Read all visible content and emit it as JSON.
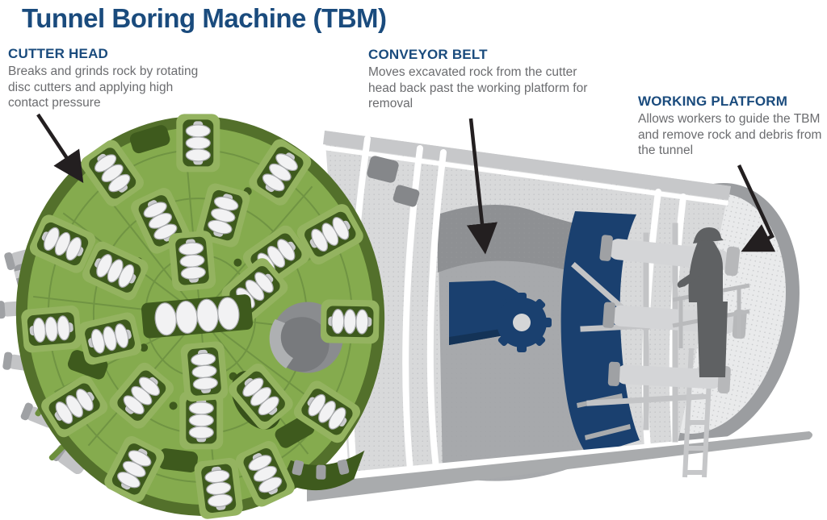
{
  "title": "Tunnel Boring Machine (TBM)",
  "labels": [
    {
      "id": "cutter-head",
      "title": "CUTTER HEAD",
      "description": "Breaks and grinds rock by rotating disc cutters and applying high contact pressure"
    },
    {
      "id": "conveyor-belt",
      "title": "CONVEYOR BELT",
      "description": "Moves excavated rock from the cutter head back past the working platform for removal"
    },
    {
      "id": "working-platform",
      "title": "WORKING PLATFORM",
      "description": "Allows workers to guide the TBM and remove rock and debris from the tunnel"
    }
  ],
  "colors": {
    "heading_navy": "#1a4b7d",
    "body_text_gray": "#6b6c6f",
    "arrow_black": "#231f20",
    "cutter_head_green": "#85ab4e",
    "cutter_recess_dark_green": "#3e5a1d",
    "conveyor_blue": "#1a406f",
    "machine_shell_gray": "#d8d9da",
    "machine_interior_gray": "#a7a9ac",
    "background_white": "#ffffff"
  }
}
